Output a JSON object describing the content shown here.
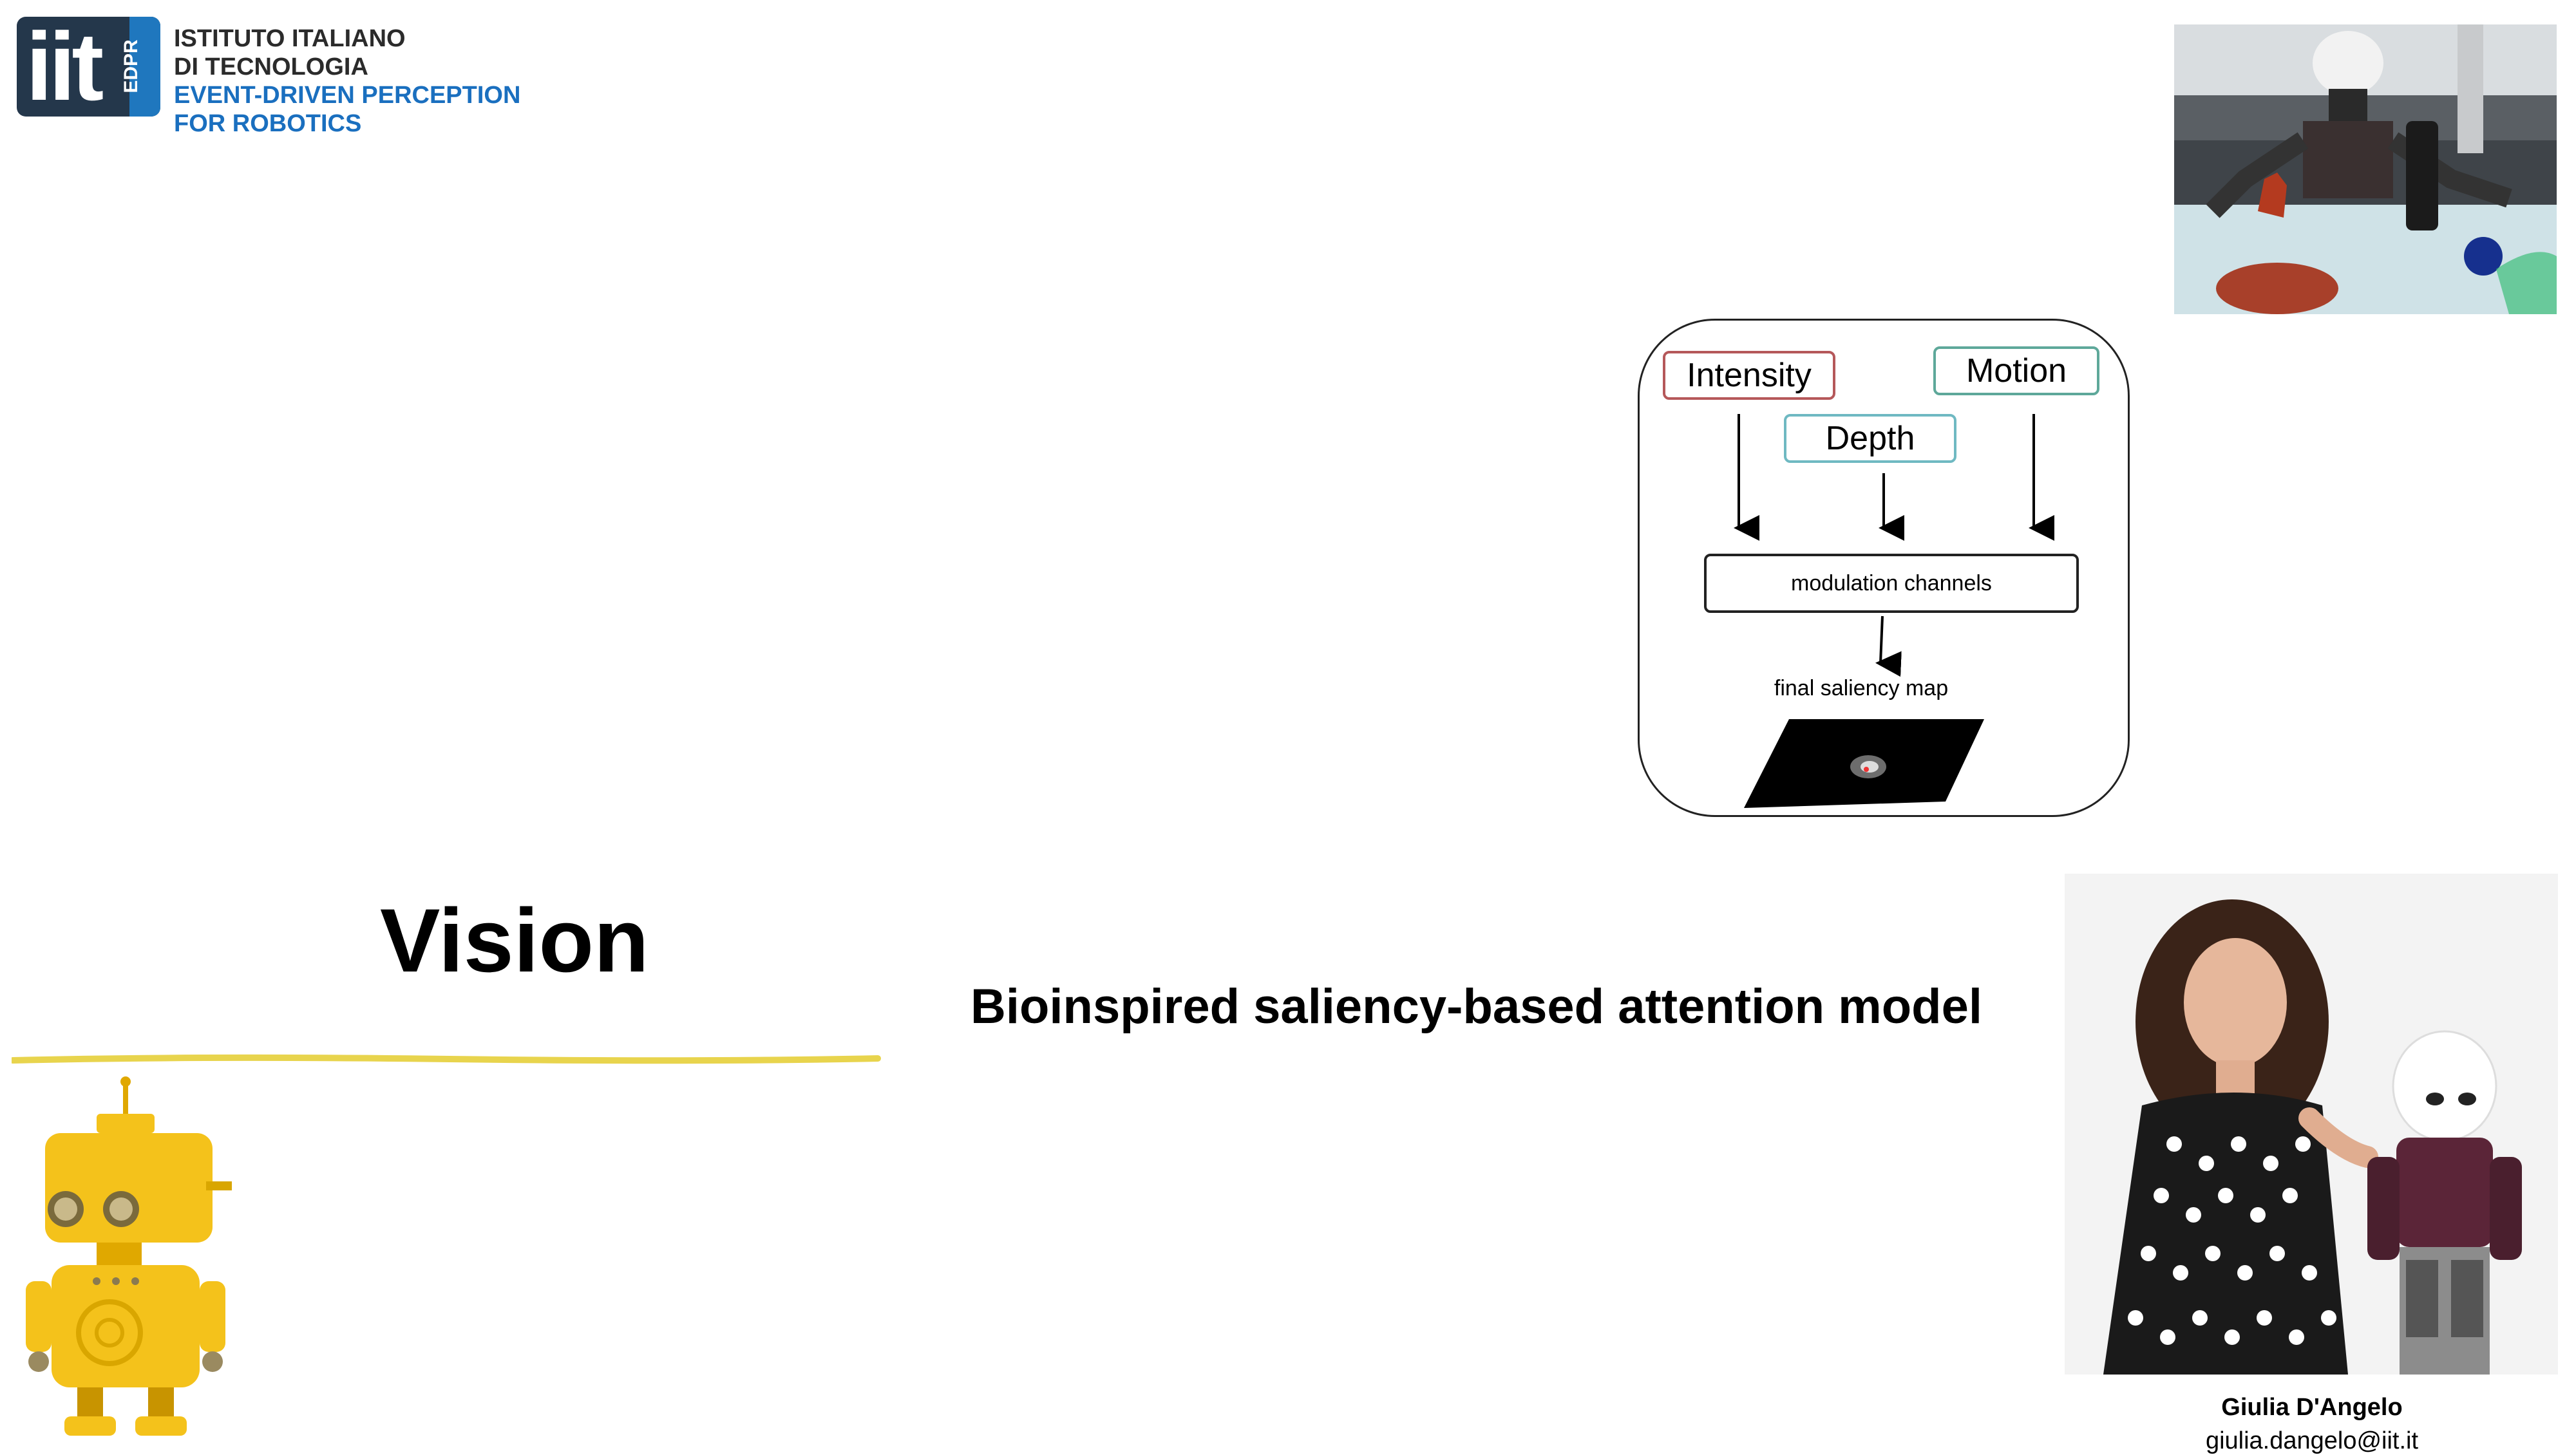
{
  "logo": {
    "mark": "iit",
    "badge": "EDPR",
    "lines": [
      "ISTITUTO ITALIANO",
      "DI TECNOLOGIA",
      "EVENT-DRIVEN PERCEPTION",
      "FOR ROBOTICS"
    ],
    "colors": {
      "box": "#24374b",
      "accent": "#1a6fbf"
    }
  },
  "diagram": {
    "inputs": [
      "Intensity",
      "Depth",
      "Motion"
    ],
    "modulation_label": "modulation channels",
    "output_label": "final saliency map"
  },
  "title": "Vision",
  "subtitle": "Bioinspired saliency-based attention model",
  "author": {
    "name": "Giulia D'Angelo",
    "email": "giulia.dangelo@iit.it"
  },
  "colors": {
    "underline": "#e8d44d",
    "robot_yellow": "#f4c21b"
  }
}
